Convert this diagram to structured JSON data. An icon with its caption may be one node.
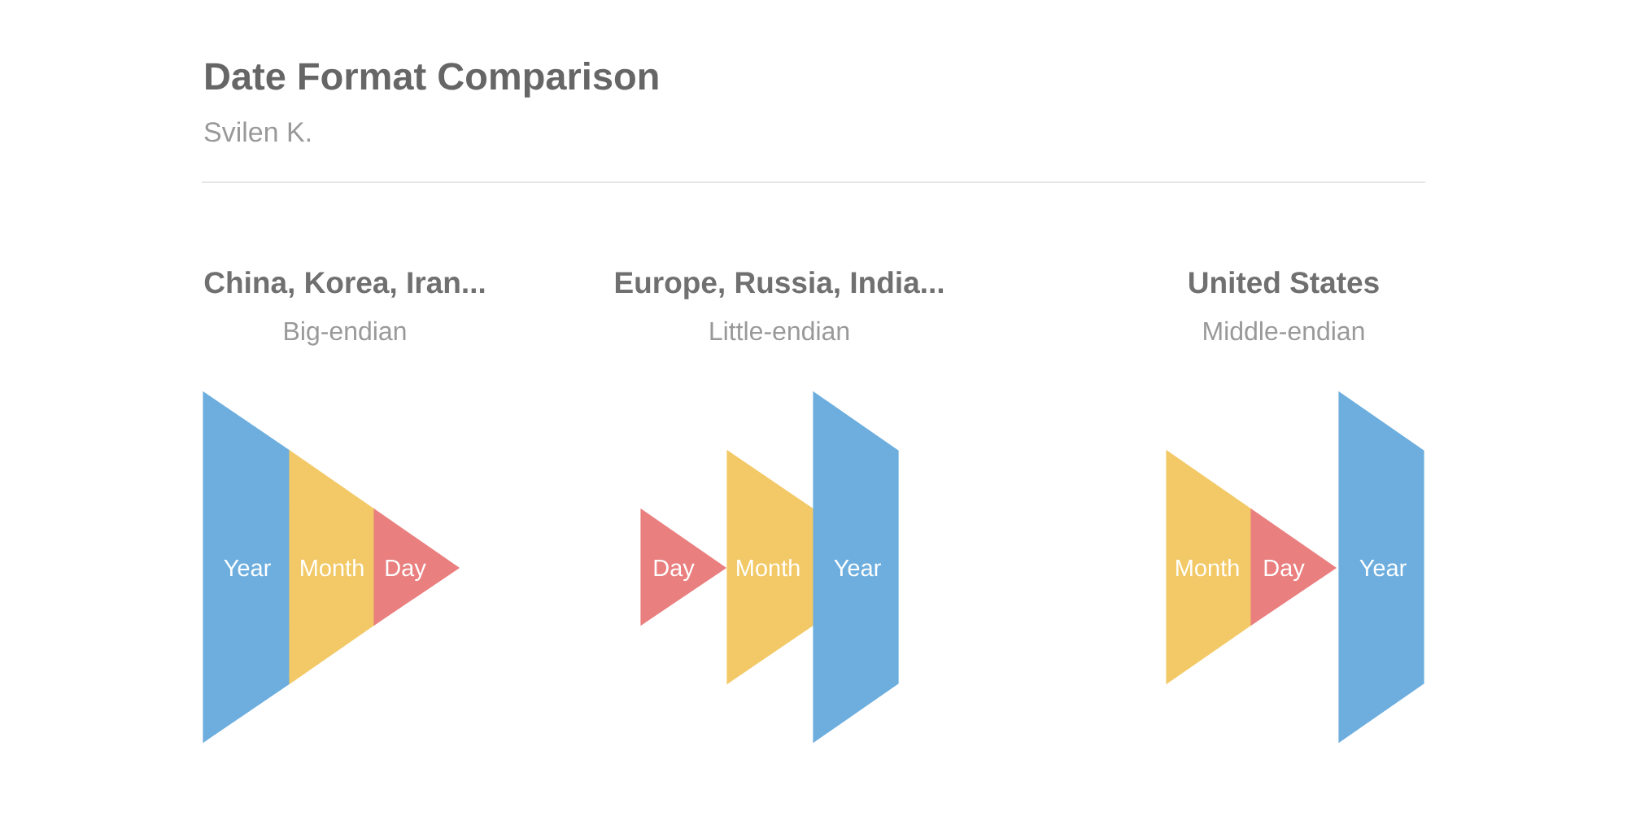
{
  "diagram": {
    "title": "Date Format Comparison",
    "nodes": [
      {
        "text": [
          "Year"
        ]
      },
      {
        "text": [
          "Month"
        ]
      },
      {
        "text": [
          "Day"
        ]
      },
      {
        "text": [
          "Day"
        ]
      },
      {
        "text": [
          "Month"
        ]
      },
      {
        "text": [
          "Year"
        ]
      },
      {
        "text": [
          "Month"
        ]
      },
      {
        "text": [
          "Day"
        ]
      },
      {
        "text": [
          "Year"
        ]
      }
    ],
    "labels": [
      "Svilen K.",
      "China, Korea, Iran...",
      "Big-endian",
      "Europe, Russia, India...",
      "Little-endian",
      "United States",
      "Middle-endian"
    ]
  }
}
